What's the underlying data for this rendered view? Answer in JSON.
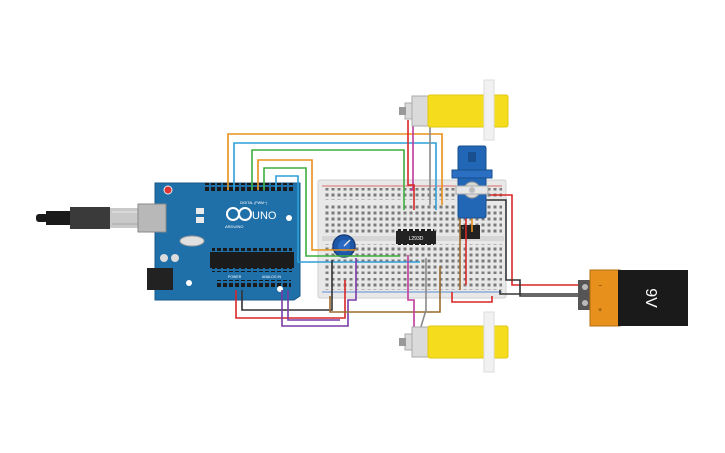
{
  "arduino": {
    "brand": "ARDUINO",
    "model": "UNO",
    "digital_header": "DIGITAL (PWM~)",
    "power_header": "POWER",
    "analog_header": "ANALOG IN",
    "chip_label": "",
    "board_color": "#1f6fa8"
  },
  "driver_chip": {
    "label": "L293D"
  },
  "battery": {
    "label": "9V"
  },
  "wire_colors": {
    "orange": "#e8901c",
    "blue": "#2d9fd8",
    "green": "#3fae3f",
    "red": "#d92727",
    "black": "#333333",
    "purple": "#7a3aa8",
    "magenta": "#c0399a",
    "brown": "#9a6a2e",
    "gray": "#8a8a8a"
  },
  "motor_color": "#f5dc1c",
  "servo_color": "#2266b6",
  "pot_color": "#1e56a8"
}
